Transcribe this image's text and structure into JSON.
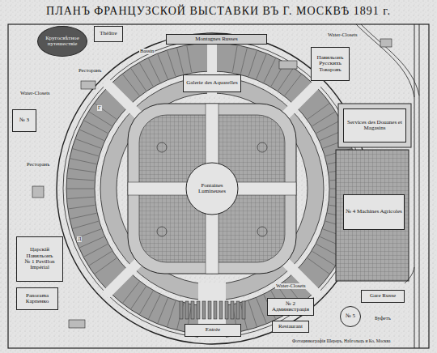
{
  "diagram": {
    "title": "ПЛАНЪ ФРАНЦУЗСКОЙ ВЫСТАВКИ ВЪ Г. МОСКВѢ 1891 г.",
    "nodes": [
      {
        "text": [
          "Montagnes Russes"
        ]
      },
      {
        "text": [
          "Théâtre"
        ]
      },
      {
        "text": [
          "Кругосвѣтное путешествіе"
        ]
      },
      {
        "text": [
          "Galerie des Aquarelles"
        ]
      },
      {
        "text": [
          "Fontaines Lumineuses"
        ]
      },
      {
        "text": [
          "№ 3"
        ]
      },
      {
        "text": [
          "Царскій Павильонъ",
          "№ 1 Pavillon Impérial"
        ]
      },
      {
        "text": [
          "Panorama Карпенко"
        ]
      },
      {
        "text": [
          "Entrée"
        ]
      },
      {
        "text": [
          "№ 2 Администрація"
        ]
      },
      {
        "text": [
          "Restaurant"
        ]
      },
      {
        "text": [
          "№ 5"
        ]
      },
      {
        "text": [
          "Services des Douanes et Magasins"
        ]
      },
      {
        "text": [
          "№ 4 Machines Agricoles"
        ]
      },
      {
        "text": [
          "Gare Russe"
        ]
      },
      {
        "text": [
          "Павильонъ Русскихъ Товаровъ"
        ]
      }
    ],
    "labels": [
      "Ресторанъ",
      "Ресторанъ",
      "Bassin",
      "Water-Closets",
      "Water-Closets",
      "Water-Closets",
      "Буфетъ",
      "Г",
      "Д",
      "Фотоцинкографія Шереръ, Набгольцъ и Ко, Москва"
    ]
  }
}
